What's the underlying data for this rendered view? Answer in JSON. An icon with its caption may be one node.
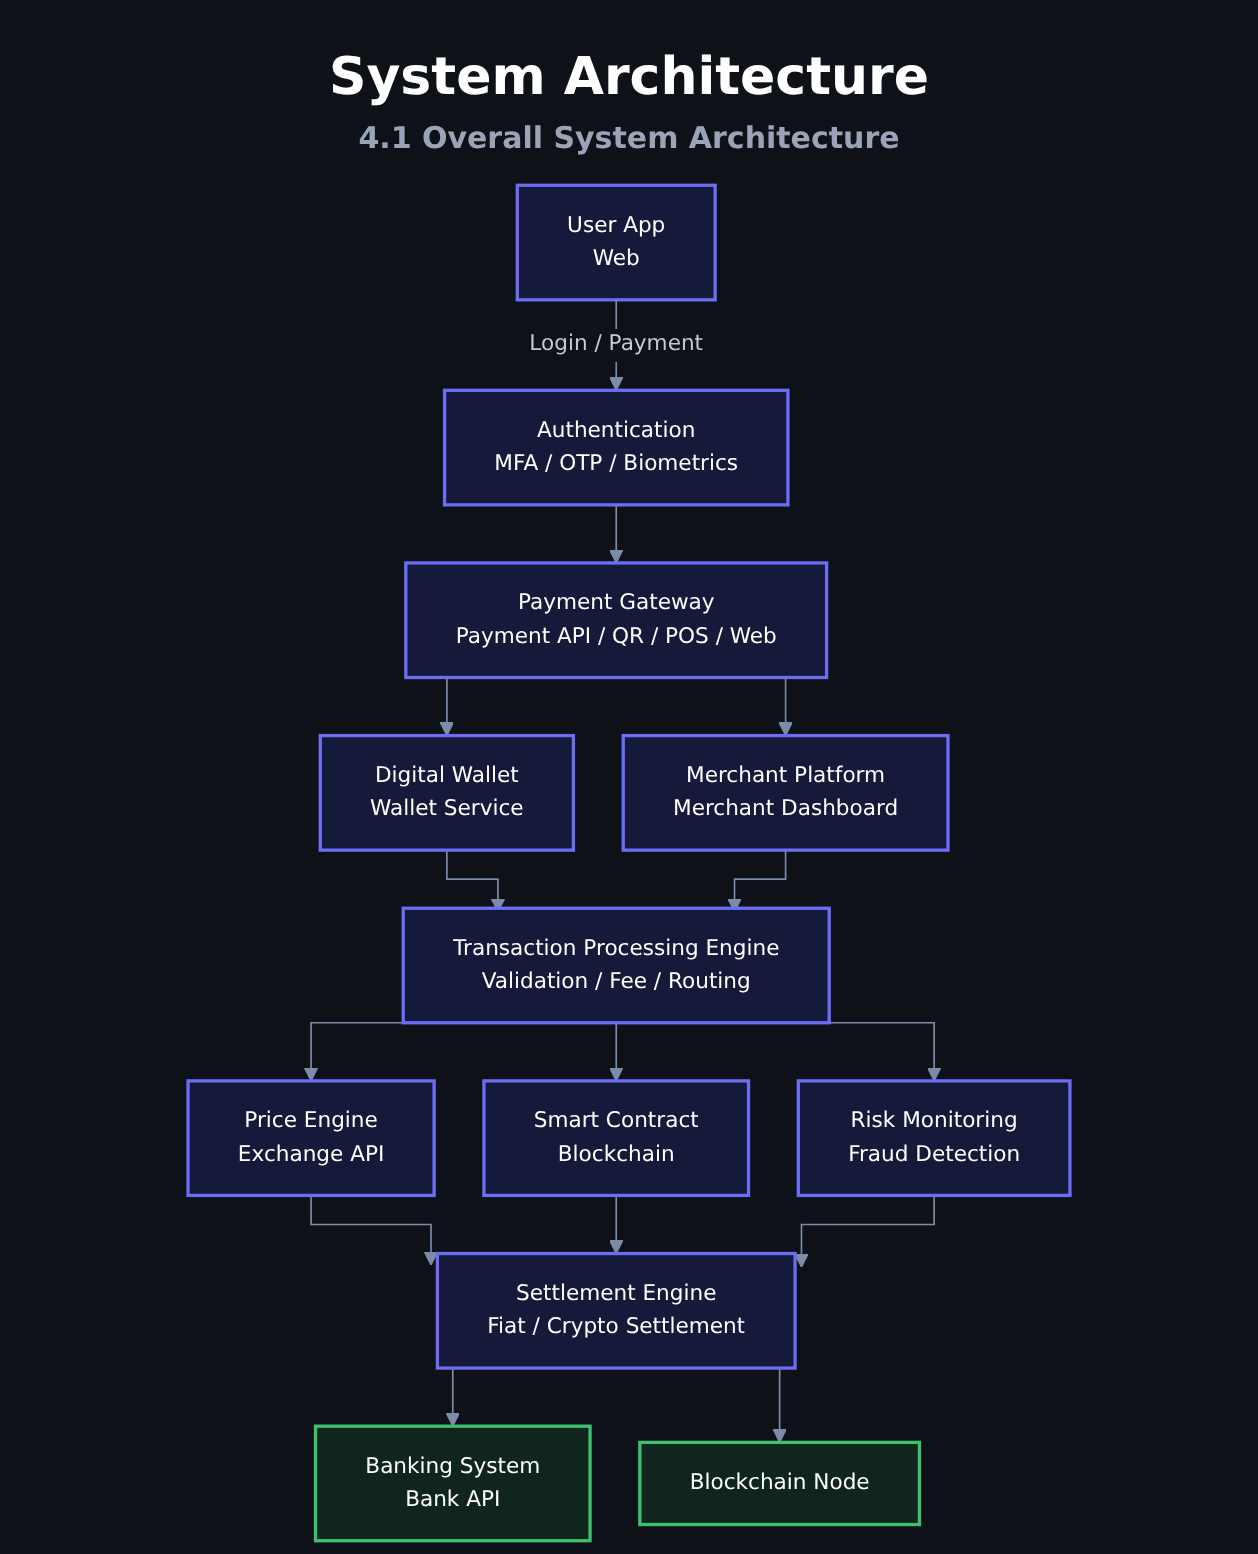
{
  "diagram": {
    "title": "System Architecture",
    "nodes": [
      {
        "text": [
          "User App",
          "Web"
        ]
      },
      {
        "text": [
          "Authentication",
          "MFA / OTP / Biometrics"
        ]
      },
      {
        "text": [
          "Payment Gateway",
          "Payment API / QR / POS / Web"
        ]
      },
      {
        "text": [
          "Digital Wallet",
          "Wallet Service"
        ]
      },
      {
        "text": [
          "Merchant Platform",
          "Merchant Dashboard"
        ]
      },
      {
        "text": [
          "Transaction Processing Engine",
          "Validation / Fee / Routing"
        ]
      },
      {
        "text": [
          "Price Engine",
          "Exchange API"
        ]
      },
      {
        "text": [
          "Smart Contract",
          "Blockchain"
        ]
      },
      {
        "text": [
          "Risk Monitoring",
          "Fraud Detection"
        ]
      },
      {
        "text": [
          "Settlement Engine",
          "Fiat / Crypto Settlement"
        ]
      },
      {
        "text": [
          "Banking System",
          "Bank API"
        ]
      },
      {
        "text": [
          "Blockchain Node"
        ]
      }
    ],
    "edges": [
      {
        "from": 0,
        "to": 1,
        "arrow": "to",
        "label": "Login / Payment"
      },
      {
        "from": 1,
        "to": 2,
        "arrow": "to"
      },
      {
        "from": 2,
        "to": 3,
        "arrow": "to"
      },
      {
        "from": 2,
        "to": 4,
        "arrow": "to"
      },
      {
        "from": 3,
        "to": 5,
        "arrow": "to"
      },
      {
        "from": 4,
        "to": 5,
        "arrow": "to"
      },
      {
        "from": 5,
        "to": 6,
        "arrow": "to"
      },
      {
        "from": 5,
        "to": 7,
        "arrow": "to"
      },
      {
        "from": 5,
        "to": 8,
        "arrow": "to"
      },
      {
        "from": 6,
        "to": 9,
        "arrow": "to"
      },
      {
        "from": 7,
        "to": 9,
        "arrow": "to"
      },
      {
        "from": 8,
        "to": 9,
        "arrow": "to"
      },
      {
        "from": 9,
        "to": 10,
        "arrow": "to"
      },
      {
        "from": 9,
        "to": 11,
        "arrow": "to"
      }
    ],
    "labels": [
      "4.1 Overall System Architecture"
    ]
  }
}
